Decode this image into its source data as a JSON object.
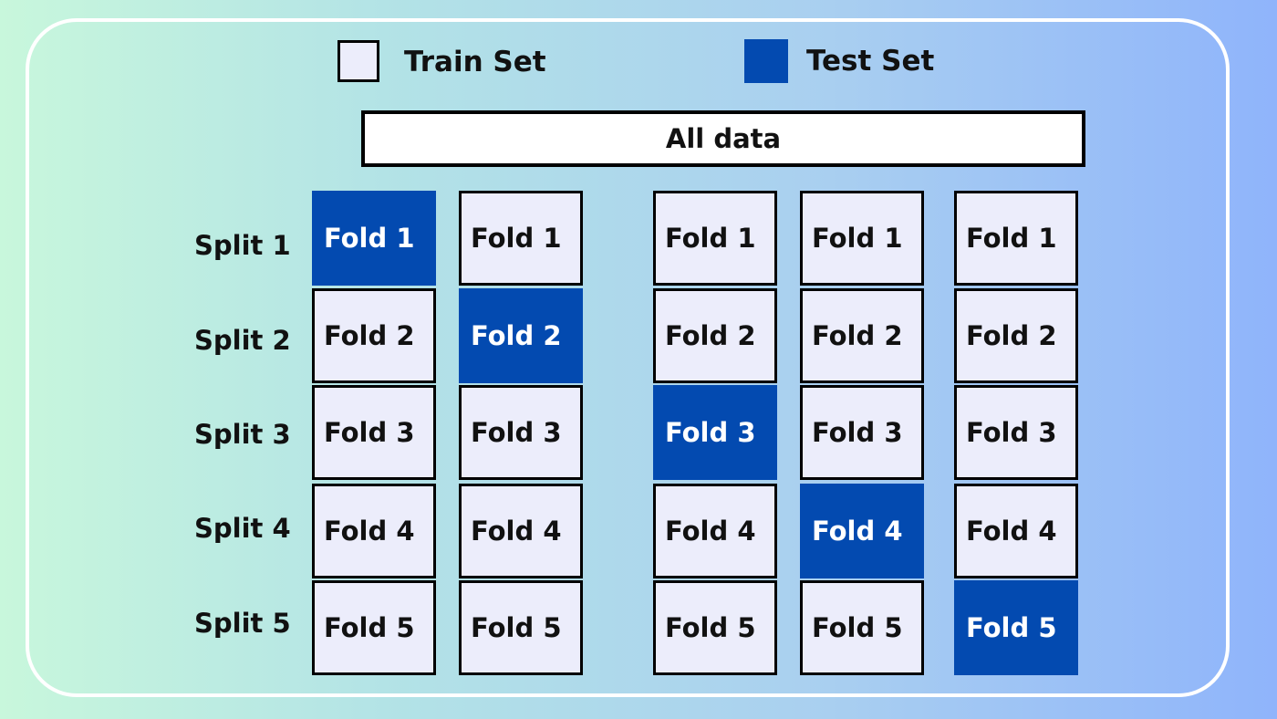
{
  "legend": {
    "train_label": "Train Set",
    "test_label": "Test Set",
    "train_color": "#ecedfb",
    "test_color": "#034ab0"
  },
  "all_data_label": "All data",
  "splits": [
    {
      "label": "Split 1",
      "test_fold": "Fold 1"
    },
    {
      "label": "Split 2",
      "test_fold": "Fold 2"
    },
    {
      "label": "Split 3",
      "test_fold": "Fold 3"
    },
    {
      "label": "Split 4",
      "test_fold": "Fold 4"
    },
    {
      "label": "Split 5",
      "test_fold": "Fold 5"
    }
  ],
  "columns": [
    {
      "folds": [
        "Fold 1",
        "Fold 2",
        "Fold 3",
        "Fold 4",
        "Fold 5"
      ],
      "test_index": 0
    },
    {
      "folds": [
        "Fold 1",
        "Fold 2",
        "Fold 3",
        "Fold 4",
        "Fold 5"
      ],
      "test_index": 1
    },
    {
      "folds": [
        "Fold 1",
        "Fold 2",
        "Fold 3",
        "Fold 4",
        "Fold 5"
      ],
      "test_index": 2
    },
    {
      "folds": [
        "Fold 1",
        "Fold 2",
        "Fold 3",
        "Fold 4",
        "Fold 5"
      ],
      "test_index": 3
    },
    {
      "folds": [
        "Fold 1",
        "Fold 2",
        "Fold 3",
        "Fold 4",
        "Fold 5"
      ],
      "test_index": 4
    }
  ]
}
